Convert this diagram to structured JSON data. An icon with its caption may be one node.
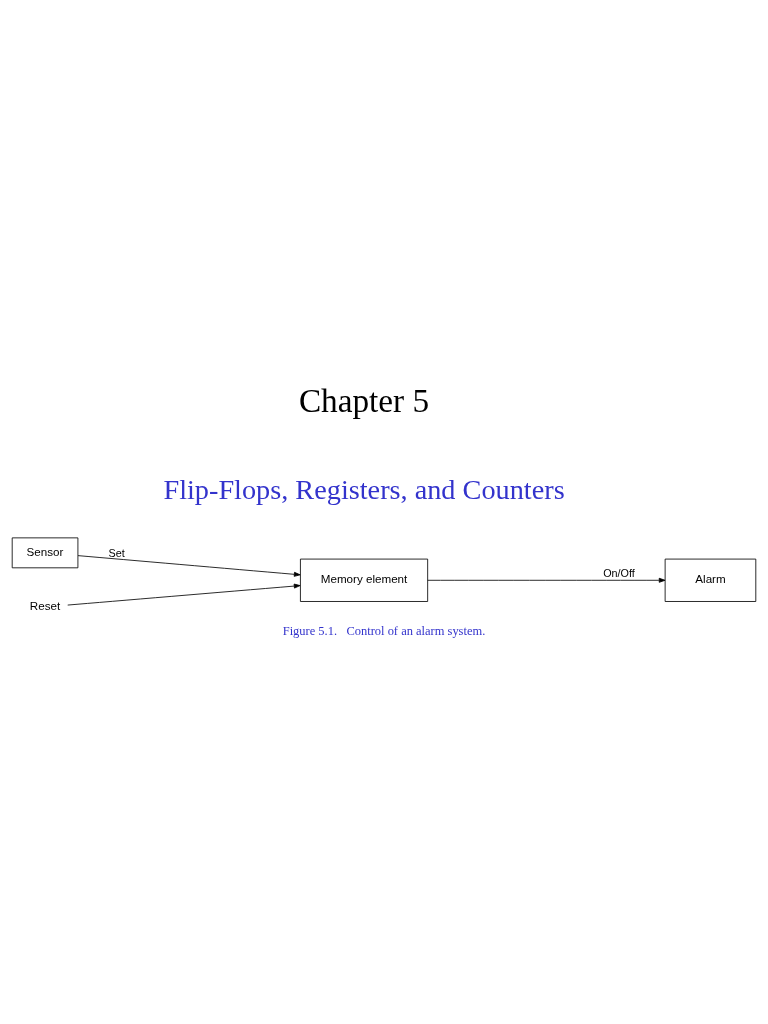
{
  "diagram": {
    "title": "Chapter 5",
    "caption": "Figure 5.1.   Control of an alarm system.",
    "nodes": [
      {
        "text": [
          "Sensor"
        ]
      },
      {
        "text": [
          "Reset"
        ]
      },
      {
        "text": [
          "Memory element"
        ]
      },
      {
        "text": [
          "Alarm"
        ]
      }
    ],
    "edges": [
      {
        "from": 0,
        "to": 2,
        "arrow": "to",
        "label": "Set"
      },
      {
        "from": 1,
        "to": 2,
        "arrow": "to"
      },
      {
        "from": 2,
        "to": 3,
        "arrow": "to",
        "label": "On/Off"
      }
    ],
    "labels": [
      "Flip-Flops, Registers, and Counters"
    ]
  }
}
